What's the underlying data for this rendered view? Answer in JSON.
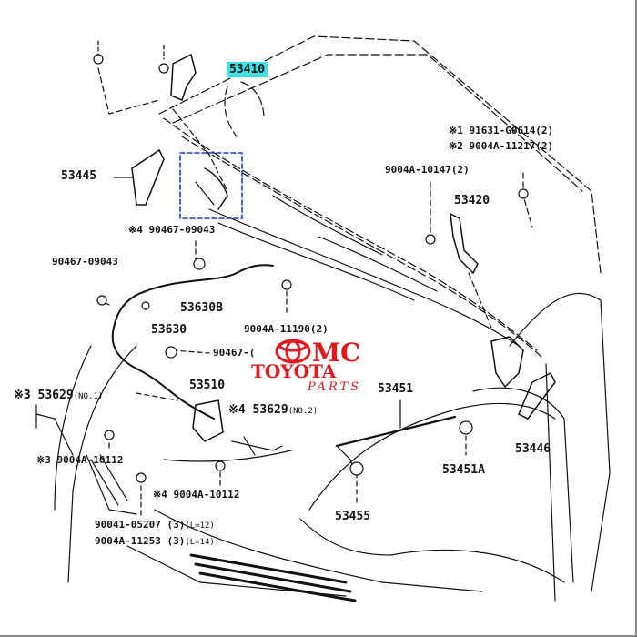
{
  "labels": {
    "p53410": "53410",
    "p53445": "53445",
    "p91631": "※1  91631-G0614(2)",
    "p9004A11217": "※2  9004A-11217(2)",
    "p9004A10147": "9004A-10147(2)",
    "p53420": "53420",
    "p90467_top": "※4  90467-09043",
    "p90467_left": "90467-09043",
    "p53630B": "53630B",
    "p53630": "53630",
    "p9004A11190": "9004A-11190(2)",
    "p90467_mid": "90467-(",
    "p53629_left_a": "※3  53629",
    "p53629_left_b": "(NO.1)",
    "p53510": "53510",
    "p53629_right_a": "※4  53629",
    "p53629_right_b": "(NO.2)",
    "p53451": "53451",
    "p9004A10112_left": "※3 9004A-10112",
    "p9004A10112_right": "※4 9004A-10112",
    "p53446": "53446",
    "p53451A": "53451A",
    "p53455": "53455",
    "p90041": "90041-05207 (3)",
    "p90041_len": "(L=12)",
    "p9004A11253": "9004A-11253 (3)",
    "p9004A11253_len": "(L=14)"
  },
  "watermark": {
    "line1": "MC",
    "line2": "TOYOTA",
    "line3": "PARTS"
  },
  "icons": [
    "toyota-emblem-icon",
    "bolt-icon",
    "clip-icon",
    "hinge-icon",
    "hood-latch-icon"
  ],
  "colors": {
    "highlight": "#3fe0e6",
    "brand_red": "#e0191f",
    "selection_box": "#1a3fd0",
    "line": "#111111"
  }
}
